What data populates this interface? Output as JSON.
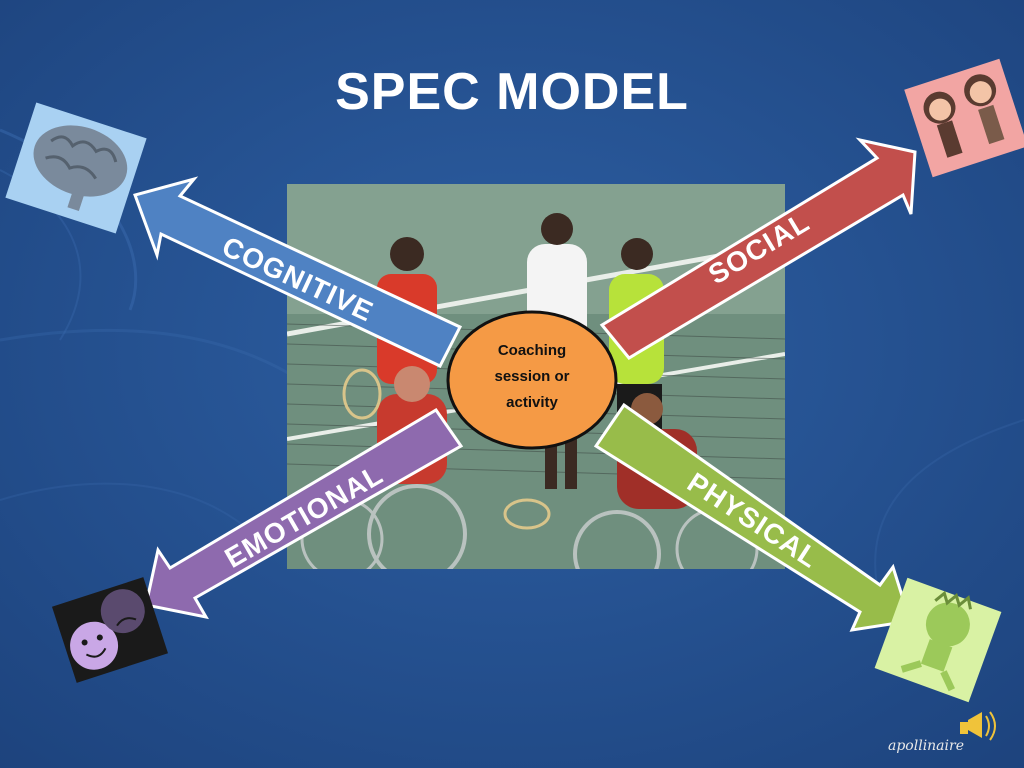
{
  "title": "SPEC MODEL",
  "center": {
    "label": "Coaching\nsession or\nactivity",
    "color": "#f59a45"
  },
  "arrows": [
    {
      "label": "COGNITIVE",
      "color": "#4f82c3",
      "icon": "brain-icon"
    },
    {
      "label": "SOCIAL",
      "color": "#c24f4c",
      "icon": "friends-icon"
    },
    {
      "label": "EMOTIONAL",
      "color": "#8e6aae",
      "icon": "happy-sad-faces-icon"
    },
    {
      "label": "PHYSICAL",
      "color": "#98bc4a",
      "icon": "running-child-icon"
    }
  ],
  "photo": {
    "description_icon": "wheelchair-tennis-photo"
  },
  "logo": {
    "text": "apollinaire",
    "icon": "megaphone-icon"
  }
}
